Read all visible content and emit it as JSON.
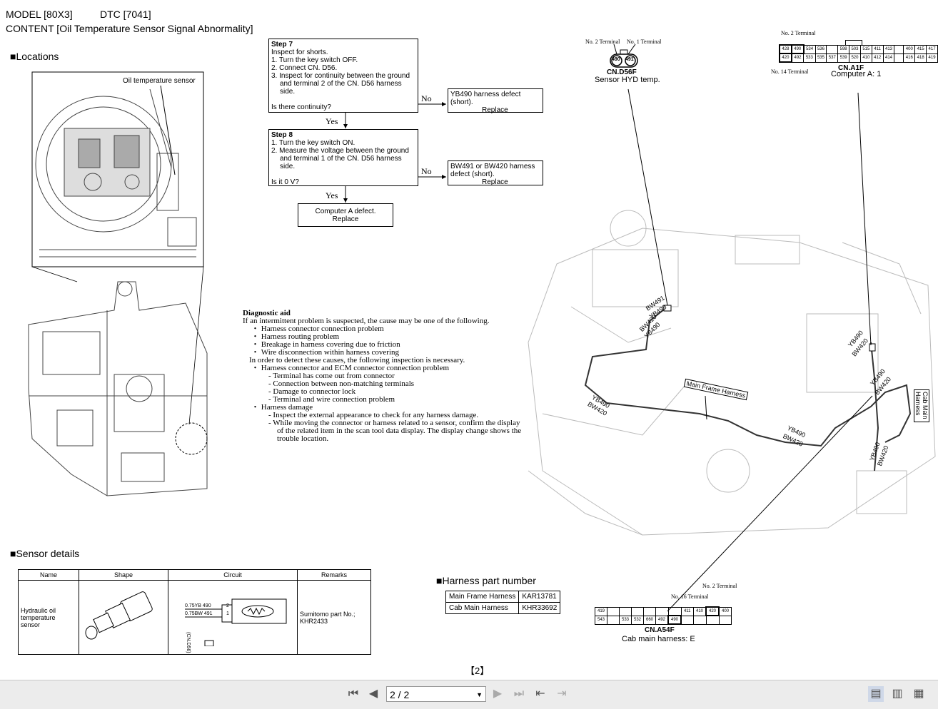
{
  "header": {
    "model": "MODEL [80X3]",
    "dtc": "DTC [7041]",
    "content": "CONTENT [Oil Temperature Sensor Signal Abnormality]"
  },
  "sections": {
    "locations": "■Locations",
    "sensor_details": "■Sensor details",
    "harness_part_number": "■Harness part number"
  },
  "location_callout": "Oil temperature sensor",
  "flow": {
    "step7": {
      "title": "Step 7",
      "lines": [
        "Inspect for shorts.",
        "1. Turn the key switch OFF.",
        "2. Connect CN. D56.",
        "3. Inspect for continuity between the ground",
        "and terminal 2 of the CN. D56 harness",
        "side."
      ],
      "question": "Is there continuity?"
    },
    "no1": "No",
    "result1": {
      "line1": "YB490 harness defect",
      "line2": "(short).",
      "action": "Replace"
    },
    "yes1": "Yes",
    "step8": {
      "title": "Step 8",
      "lines": [
        "1. Turn the key switch ON.",
        "2. Measure the voltage between the ground",
        "and terminal 1 of the CN. D56 harness",
        "side."
      ],
      "question": "Is it 0 V?"
    },
    "no2": "No",
    "result2": {
      "line1": "BW491 or BW420 harness",
      "line2": "defect (short).",
      "action": "Replace"
    },
    "yes2": "Yes",
    "final": {
      "line1": "Computer A defect.",
      "action": "Replace"
    }
  },
  "diagnostic_aid": {
    "title": "Diagnostic aid",
    "lines": [
      "If an intermittent problem is suspected, the cause may be one of the following.",
      "・ Harness connector connection problem",
      "・ Harness routing problem",
      "・ Breakage in harness covering due to friction",
      "・ Wire disconnection within harness covering",
      "In order to detect these causes, the following inspection is necessary.",
      "・ Harness connector and ECM connector connection problem",
      "- Terminal has come out from connector",
      "- Connection between non-matching terminals",
      "- Damage to connector lock",
      "- Terminal and wire connection problem",
      "・ Harness damage",
      "- Inspect the external appearance to check for any harness damage.",
      "- While moving the connector or harness related to a sensor, confirm the display",
      "of the related item in the scan tool data display. The display change shows the",
      "trouble location."
    ]
  },
  "connectors": {
    "d56": {
      "name": "CN.D56F",
      "desc": "Sensor HYD temp.",
      "t2": "No. 2 Terminal",
      "t1": "No. 1 Terminal",
      "pins": [
        "490",
        "491"
      ]
    },
    "a1": {
      "name": "CN.A1F",
      "desc": "Computer A: 1",
      "t2": "No. 2 Terminal",
      "t14": "No. 14 Terminal",
      "row1": [
        "428",
        "490",
        "534",
        "536",
        "",
        "598",
        "503",
        "515",
        "411",
        "413",
        "",
        "400",
        "415",
        "417"
      ],
      "row2": [
        "420",
        "492",
        "533",
        "535",
        "537",
        "539",
        "520",
        "410",
        "412",
        "414",
        "",
        "416",
        "418",
        "419"
      ]
    },
    "a54": {
      "name": "CN.A54F",
      "desc": "Cab main harness: E",
      "t16": "No. 16 Terminal",
      "t2": "No. 2 Terminal",
      "row1": [
        "419",
        "",
        "",
        "",
        "",
        "",
        "",
        "411",
        "410",
        "420",
        "400"
      ],
      "row2": [
        "543",
        "",
        "533",
        "532",
        "660",
        "492",
        "490",
        "",
        "",
        "",
        ""
      ]
    }
  },
  "harness_labels": {
    "bw491": "BW491",
    "yb490": "YB490",
    "bw420": "BW420",
    "main_frame": "Main Frame Harness",
    "cab_main": "Cab Main Harness"
  },
  "sensor_table": {
    "headers": [
      "Name",
      "Shape",
      "Circuit",
      "Remarks"
    ],
    "name": "Hydraulic oil temperature sensor",
    "circuit_wire1": "0.75YB 490",
    "circuit_wire2": "0.75BW 491",
    "circuit_pin2": "2",
    "circuit_pin1": "1",
    "circuit_conn": "(CN.D56)",
    "remarks": "Sumitomo part No.; KHR2433"
  },
  "harness_table": [
    {
      "name": "Main Frame Harness",
      "part": "KAR13781"
    },
    {
      "name": "Cab Main Harness",
      "part": "KHR33692"
    }
  ],
  "page_marker": "【2】",
  "toolbar": {
    "page_value": "2 / 2",
    "first_icon": "first-page-icon",
    "prev_icon": "prev-page-icon",
    "next_icon": "next-page-icon",
    "last_icon": "last-page-icon"
  }
}
